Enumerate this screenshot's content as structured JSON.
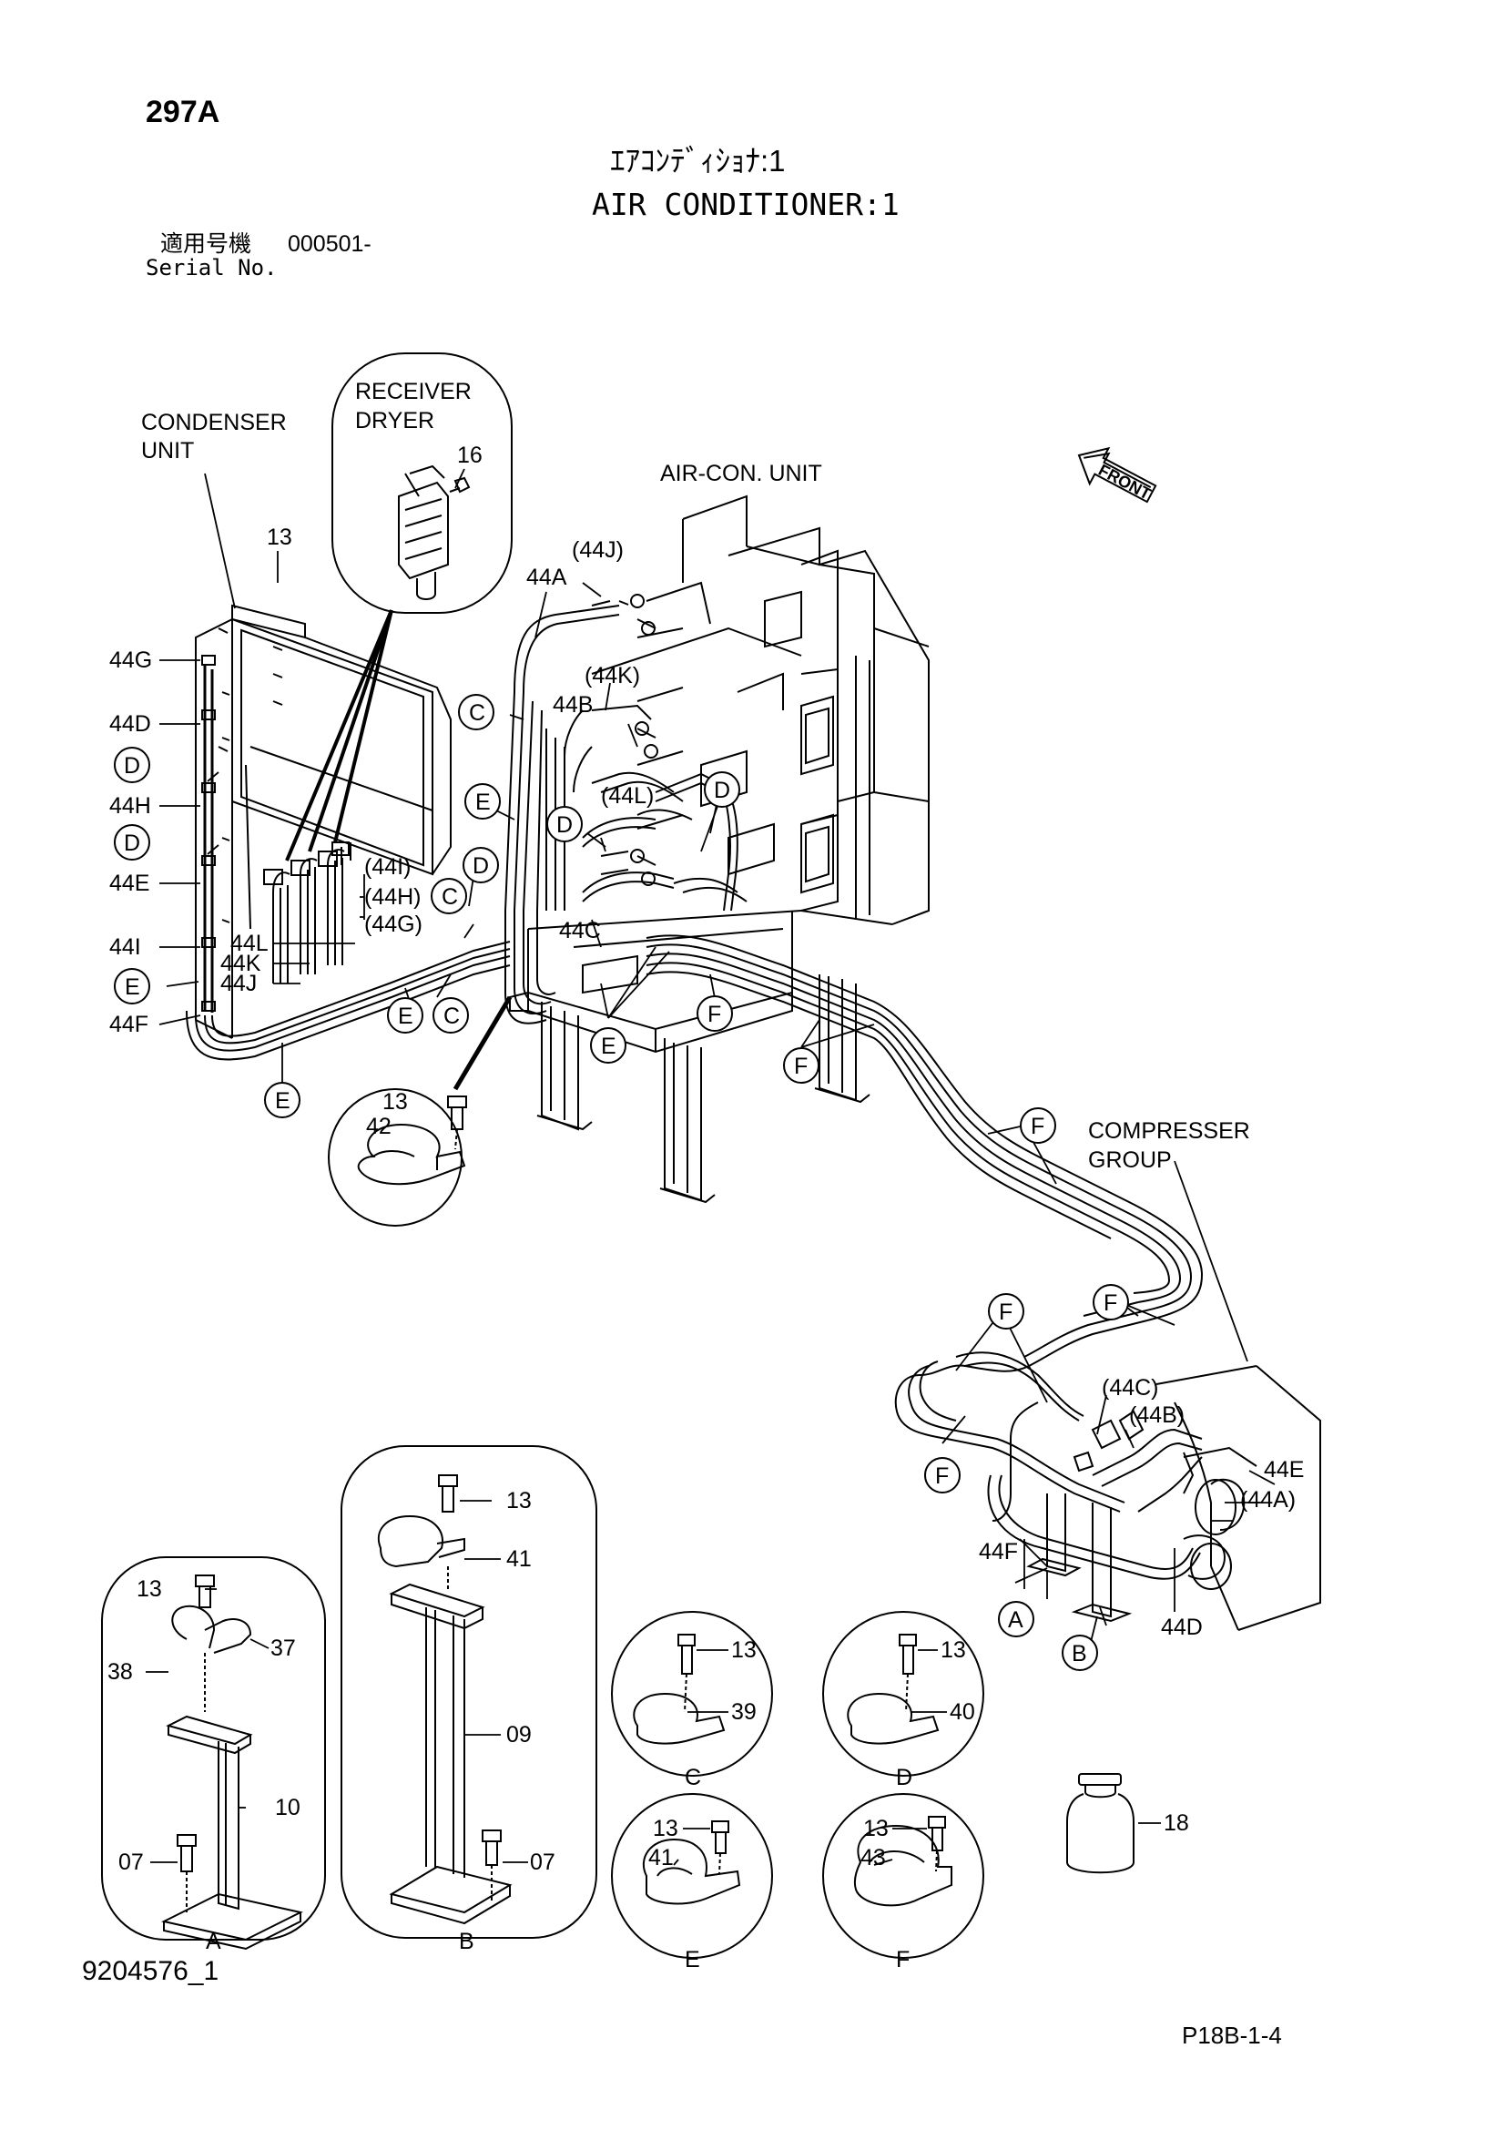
{
  "header": {
    "page_code": "297A",
    "title_jp": "ｴｱｺﾝﾃﾞｨｼｮﾅ:1",
    "title_en": "AIR CONDITIONER:1",
    "serial_jp": "適用号機",
    "serial_value": "000501-",
    "serial_en": "Serial No."
  },
  "footer": {
    "drawing_no": "9204576_1",
    "page_ref": "P18B-1-4"
  },
  "labels": {
    "condenser": [
      "CONDENSER",
      "UNIT"
    ],
    "receiver": [
      "RECEIVER",
      "DRYER"
    ],
    "aircon": "AIR-CON. UNIT",
    "front": "FRONT",
    "compressor": [
      "COMPRESSER",
      "GROUP"
    ]
  },
  "parts": {
    "p13": "13",
    "p16": "16",
    "p42": "42",
    "p18": "18",
    "p37": "37",
    "p38": "38",
    "p10": "10",
    "p07": "07",
    "p41": "41",
    "p09": "09",
    "p39": "39",
    "p40": "40",
    "p43": "43",
    "p44A": "44A",
    "p44B": "44B",
    "p44C": "44C",
    "p44D": "44D",
    "p44E": "44E",
    "p44F": "44F",
    "p44G": "44G",
    "p44H": "44H",
    "p44I": "44I",
    "p44J": "44J",
    "p44K": "44K",
    "p44L": "44L",
    "q44A": "(44A)",
    "q44B": "(44B)",
    "q44C": "(44C)",
    "q44G": "(44G)",
    "q44H": "(44H)",
    "q44I": "(44I)",
    "q44J": "(44J)",
    "q44K": "(44K)",
    "q44L": "(44L)"
  },
  "callouts": {
    "A": "A",
    "B": "B",
    "C": "C",
    "D": "D",
    "E": "E",
    "F": "F"
  }
}
